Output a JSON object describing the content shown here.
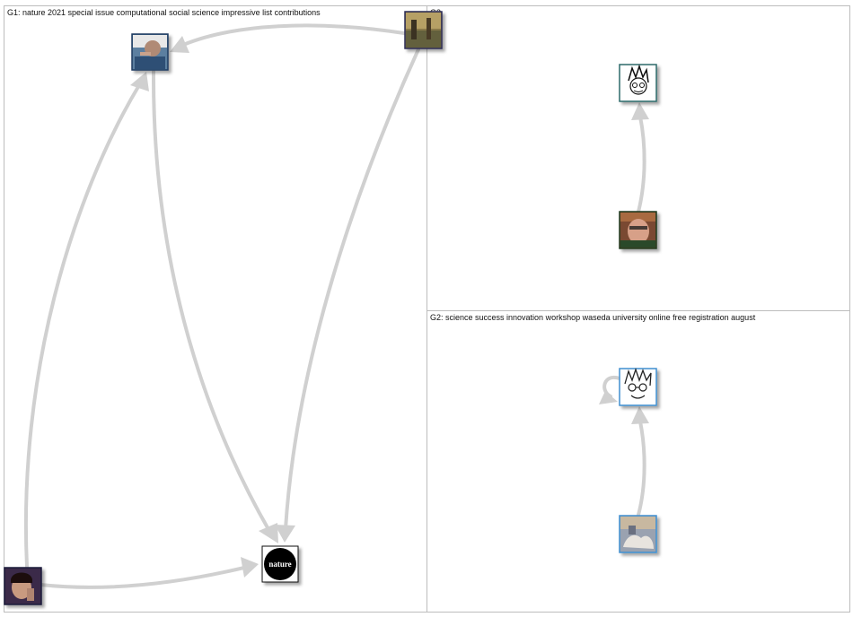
{
  "groups": [
    {
      "id": "G1",
      "label": "G1: nature 2021 special issue computational social science impressive list contributions"
    },
    {
      "id": "G3",
      "label": "G3"
    },
    {
      "id": "G2",
      "label": "G2: science success innovation workshop waseda university online free registration august"
    }
  ],
  "nodes": [
    {
      "id": "g1-professor",
      "group": "G1",
      "icon": "man-photo-avatar",
      "color": "#3f6d93"
    },
    {
      "id": "g1-painting",
      "group": "G1",
      "icon": "painting-avatar",
      "color": "#8a7a4a"
    },
    {
      "id": "g1-nature",
      "group": "G1",
      "icon": "nature-logo-avatar",
      "text": "nature",
      "color": "#000000"
    },
    {
      "id": "g1-young-man",
      "group": "G1",
      "icon": "young-man-avatar",
      "color": "#3a2a4a"
    },
    {
      "id": "g3-cartoon",
      "group": "G3",
      "icon": "cartoon-sketch-avatar",
      "color": "#ffffff"
    },
    {
      "id": "g3-man",
      "group": "G3",
      "icon": "man-with-glasses-avatar",
      "color": "#7a4a30"
    },
    {
      "id": "g2-cartoon",
      "group": "G2",
      "icon": "cartoon-sketch-avatar",
      "color": "#ffffff"
    },
    {
      "id": "g2-photo",
      "group": "G2",
      "icon": "hands-photo-avatar",
      "color": "#9aa2b0"
    }
  ],
  "edges": [
    {
      "from": "g1-painting",
      "to": "g1-professor"
    },
    {
      "from": "g1-painting",
      "to": "g1-nature"
    },
    {
      "from": "g1-professor",
      "to": "g1-nature"
    },
    {
      "from": "g1-young-man",
      "to": "g1-professor"
    },
    {
      "from": "g1-young-man",
      "to": "g1-nature"
    },
    {
      "from": "g3-man",
      "to": "g3-cartoon"
    },
    {
      "from": "g2-photo",
      "to": "g2-cartoon"
    },
    {
      "from": "g2-cartoon",
      "to": "g2-cartoon",
      "self_loop": true
    }
  ],
  "colors": {
    "edge": "#d0d0d0",
    "panel_border": "#bdbdbd",
    "node_border_blue": "#3f8fd0"
  }
}
